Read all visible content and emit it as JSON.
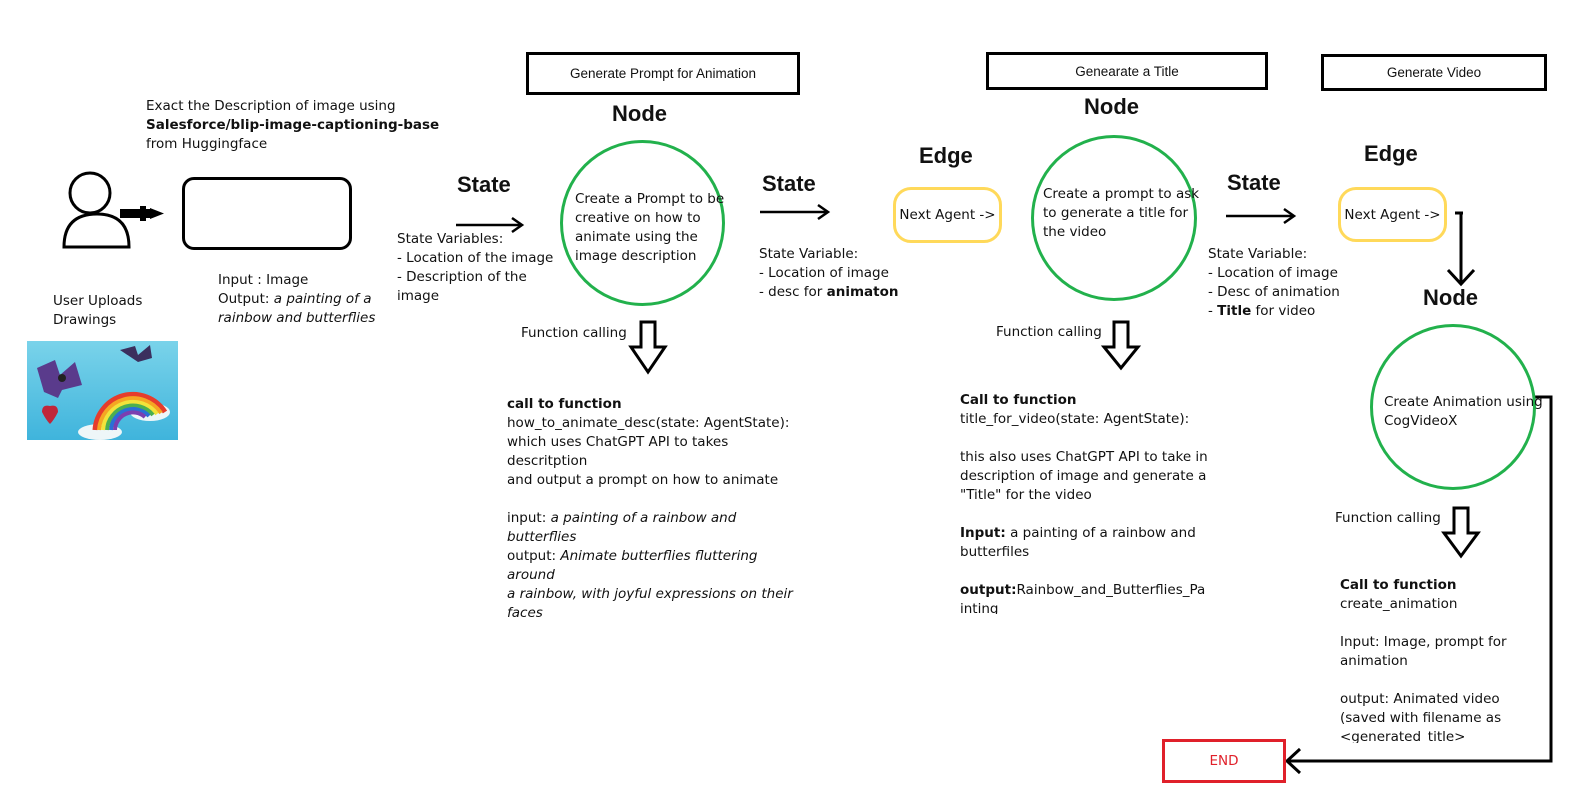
{
  "extract": {
    "line1": "Exact the Description of image using",
    "model": "Salesforce/blip-image-captioning-base",
    "line3": "from Huggingface"
  },
  "user": {
    "label_line1": "User Uploads",
    "label_line2": "Drawings"
  },
  "io_box": {
    "input_label": "Input : Image",
    "output_label": "Output:",
    "output_value_line1": "a painting of a",
    "output_value_line2": "rainbow and butterflies"
  },
  "state1": {
    "title": "State",
    "vars_header": "State Variables:",
    "vars": [
      "- Location of the image",
      "- Description of the",
      "image"
    ]
  },
  "node1": {
    "header_box": "Generate Prompt for Animation",
    "title": "Node",
    "text_lines": [
      "Create a Prompt to be",
      "creative on  how to",
      "animate using the",
      "image  description"
    ],
    "function_calling": "Function calling",
    "call_header": "call to function",
    "call_lines": [
      "how_to_animate_desc(state: AgentState):",
      "which uses ChatGPT API to takes descritption",
      "and output a prompt on how to animate"
    ],
    "input_label": "input:",
    "input_value": "a painting of a rainbow and butterflies",
    "output_label": "output:",
    "output_value_lines": [
      "Animate butterflies fluttering around",
      "a rainbow, with joyful expressions on their",
      "faces"
    ]
  },
  "state2": {
    "title": "State",
    "vars_header": "State Variable:",
    "var1": "- Location of image",
    "var2_prefix": "- desc for ",
    "var2_bold": "animaton"
  },
  "edge1": {
    "title": "Edge",
    "pill": "Next Agent ->"
  },
  "node2": {
    "header_box": "Genearate a Title",
    "title": "Node",
    "text_lines": [
      "Create a prompt to ask",
      "to generate a title for",
      "the video"
    ],
    "function_calling": "Function calling",
    "call_header": "Call to function",
    "call_line": "title_for_video(state: AgentState):",
    "desc_lines": [
      "this also uses ChatGPT API to take in",
      "description of image and generate a",
      "\"Title\" for the video"
    ],
    "input_label": "Input:",
    "input_value_lines": [
      "a painting of a rainbow and",
      "butterfiles"
    ],
    "output_label": "output:",
    "output_value_line1": "Rainbow_and_Butterflies_Pa",
    "output_value_line2": "inting"
  },
  "state3": {
    "title": "State",
    "vars_header": "State Variable:",
    "var1": "- Location of image",
    "var2": "- Desc of animation",
    "var3_prefix": "- ",
    "var3_bold": "Title",
    "var3_suffix": " for video"
  },
  "edge2": {
    "title": "Edge",
    "pill": "Next Agent ->"
  },
  "node3": {
    "header_box": "Generate Video",
    "title": "Node",
    "text_lines": [
      "Create Animation using",
      "CogVideoX"
    ],
    "function_calling": "Function calling",
    "call_header": "Call to function",
    "call_line": "create_animation",
    "input_lines": [
      "Input: Image, prompt for",
      "animation"
    ],
    "output_lines": [
      "output: Animated video",
      "(saved with filename as",
      "<generated_title>"
    ]
  },
  "end": {
    "label": "END"
  },
  "colors": {
    "node_circle": "#22b14c",
    "edge_pill": "#ffd95a",
    "end_box": "#e0202a",
    "end_text": "#e0202a"
  }
}
